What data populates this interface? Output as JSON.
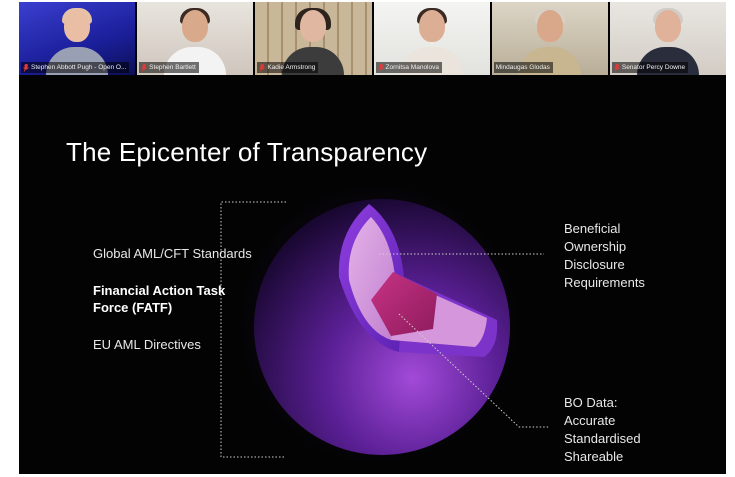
{
  "participants": [
    {
      "name": "Stephen Abbott Pugh - Open O..."
    },
    {
      "name": "Stephen Bartlett"
    },
    {
      "name": "Kadie Armstrong"
    },
    {
      "name": "Zornitsa Manolova"
    },
    {
      "name": "Mindaugas Glodas"
    },
    {
      "name": "Senator Percy Downe"
    }
  ],
  "slide": {
    "title": "The Epicenter of Transparency",
    "left_items": [
      {
        "label": "Global AML/CFT Standards"
      },
      {
        "label": "Financial Action Task Force (FATF)"
      },
      {
        "label": "EU AML Directives"
      }
    ],
    "right_top": "Beneficial\nOwnership\nDisclosure\nRequirements",
    "right_bottom": "BO Data:\nAccurate\nStandardised\nShareable"
  },
  "colors": {
    "background": "#030303",
    "sphere_outer": "#7a2bbf",
    "sphere_mid": "#c77fd6",
    "sphere_core": "#b0266a",
    "active_speaker": "#3ac26e"
  },
  "icons": [
    "mic-icon"
  ]
}
